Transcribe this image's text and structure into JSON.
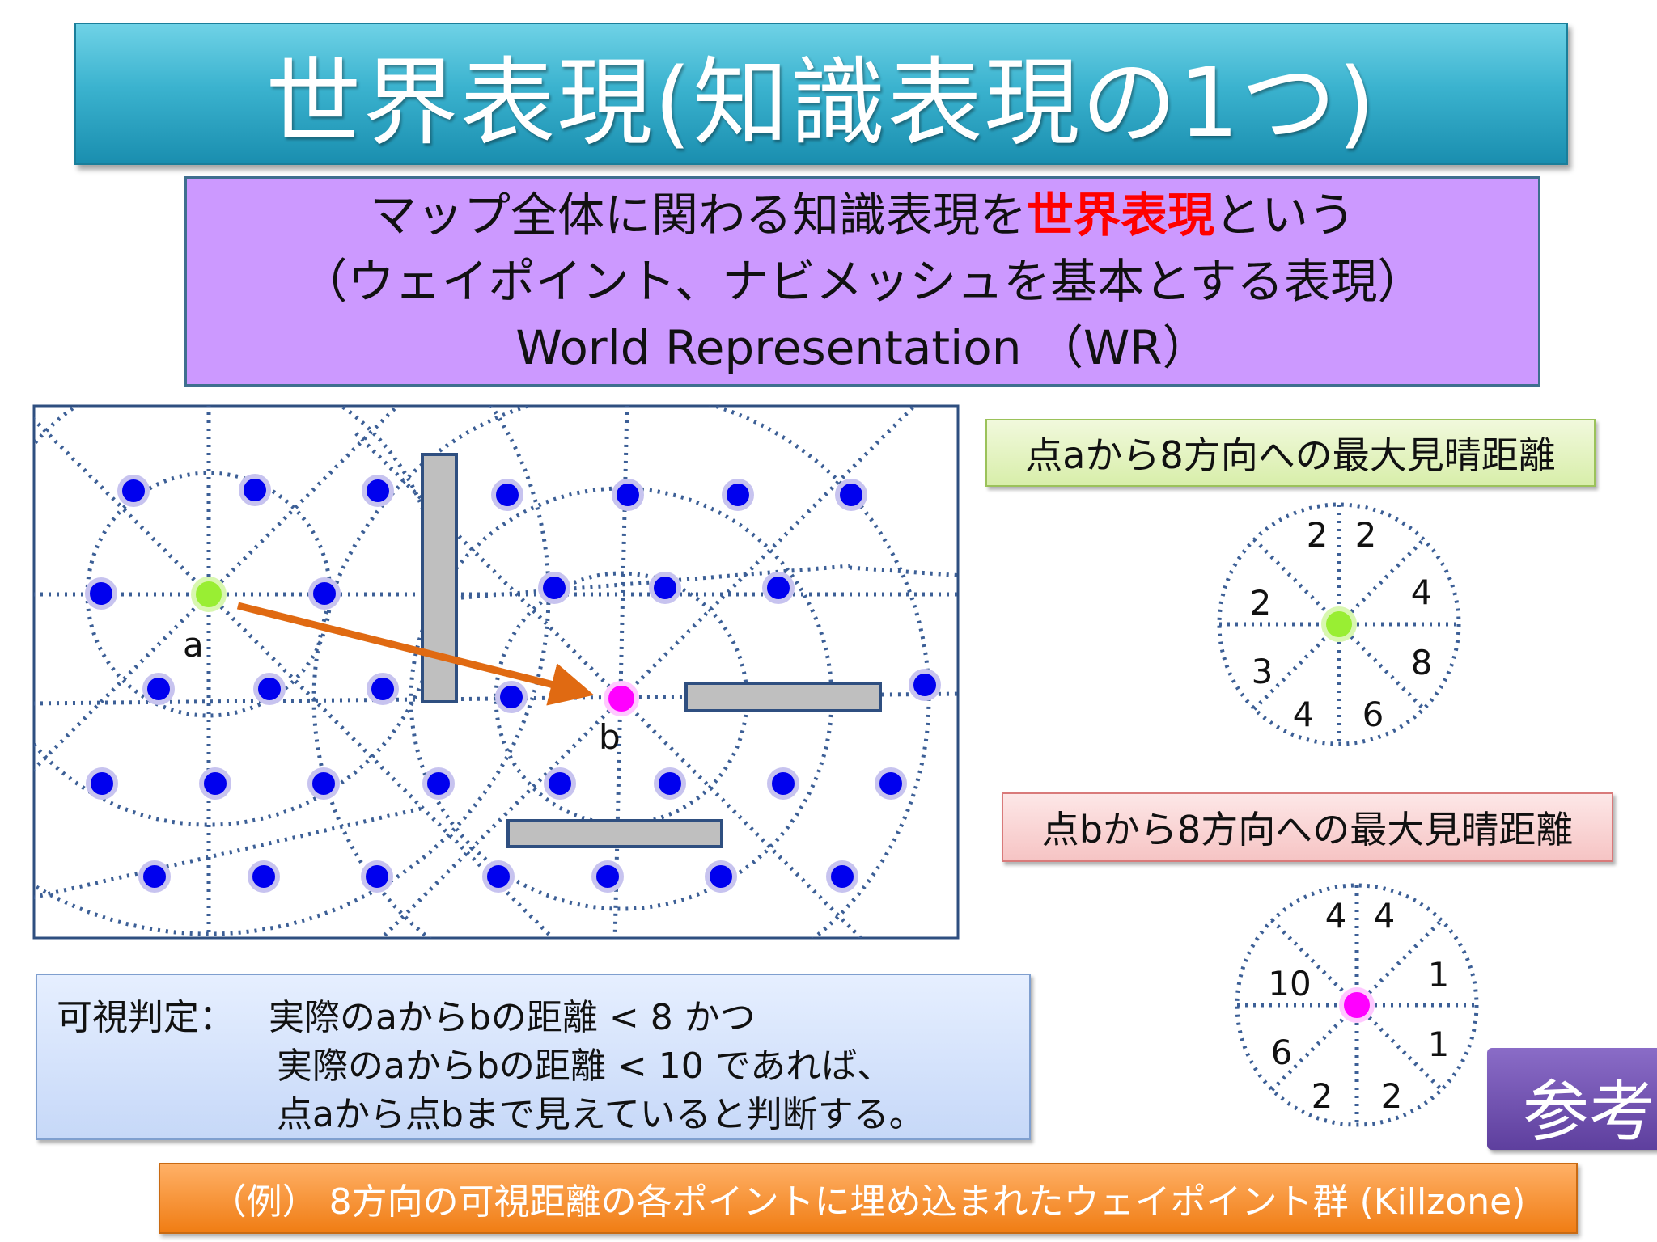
{
  "title": "世界表現(知識表現の1つ)",
  "definition": {
    "line1_pre": "マップ全体に関わる知識表現を",
    "line1_highlight": "世界表現",
    "line1_post": "という",
    "line2": "（ウェイポイント、ナビメッシュを基本とする表現）",
    "line3": "World Representation （WR）"
  },
  "map": {
    "point_a_label": "a",
    "point_b_label": "b",
    "colors": {
      "waypoint": "#0000ee",
      "point_a": "#99ee33",
      "point_b": "#ff00ff",
      "arrow": "#e06a12",
      "obstacle": "#bfbfbf",
      "grid": "#3c5f96"
    }
  },
  "legend_a": "点aから8方向への最大見晴距離",
  "legend_b": "点bから8方向への最大見晴距離",
  "dial_a": [
    "2",
    "2",
    "4",
    "8",
    "6",
    "4",
    "3",
    "2"
  ],
  "dial_b": [
    "4",
    "4",
    "1",
    "1",
    "2",
    "2",
    "6",
    "10"
  ],
  "judgement": {
    "label": "可視判定：",
    "line1": "実際のaからbの距離 < 8 かつ",
    "line2": "実際のaからbの距離 < 10 であれば、",
    "line3": "点aから点bまで見えていると判断する。"
  },
  "reference_tab": "参考",
  "example": "（例） 8方向の可視距離の各ポイントに埋め込まれたウェイポイント群 (Killzone)"
}
